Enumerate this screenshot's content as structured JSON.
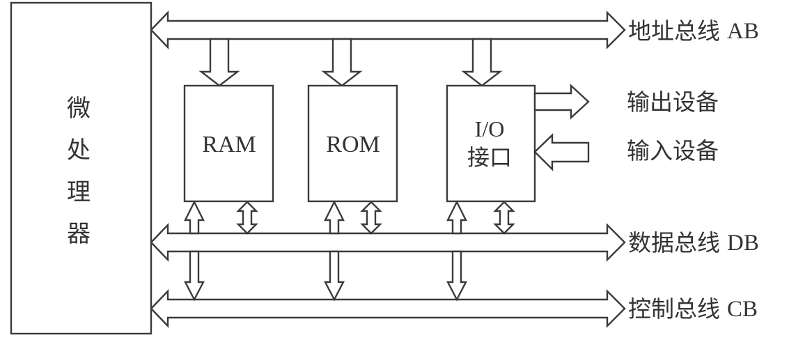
{
  "diagram": {
    "title": "",
    "cpu": {
      "label_chars": [
        "微",
        "处",
        "理",
        "器"
      ]
    },
    "modules": [
      {
        "id": "ram",
        "label_lines": [
          "RAM"
        ]
      },
      {
        "id": "rom",
        "label_lines": [
          "ROM"
        ]
      },
      {
        "id": "io",
        "label_lines": [
          "I/O",
          "接口"
        ]
      }
    ],
    "buses": {
      "address": {
        "label_cn": "地址总线",
        "label_abbr": "AB"
      },
      "data": {
        "label_cn": "数据总线",
        "label_abbr": "DB"
      },
      "control": {
        "label_cn": "控制总线",
        "label_abbr": "CB"
      }
    },
    "devices": {
      "output": "输出设备",
      "input": "输入设备"
    },
    "colors": {
      "stroke": "#3a3a3a",
      "text": "#333333",
      "background": "#ffffff"
    }
  }
}
